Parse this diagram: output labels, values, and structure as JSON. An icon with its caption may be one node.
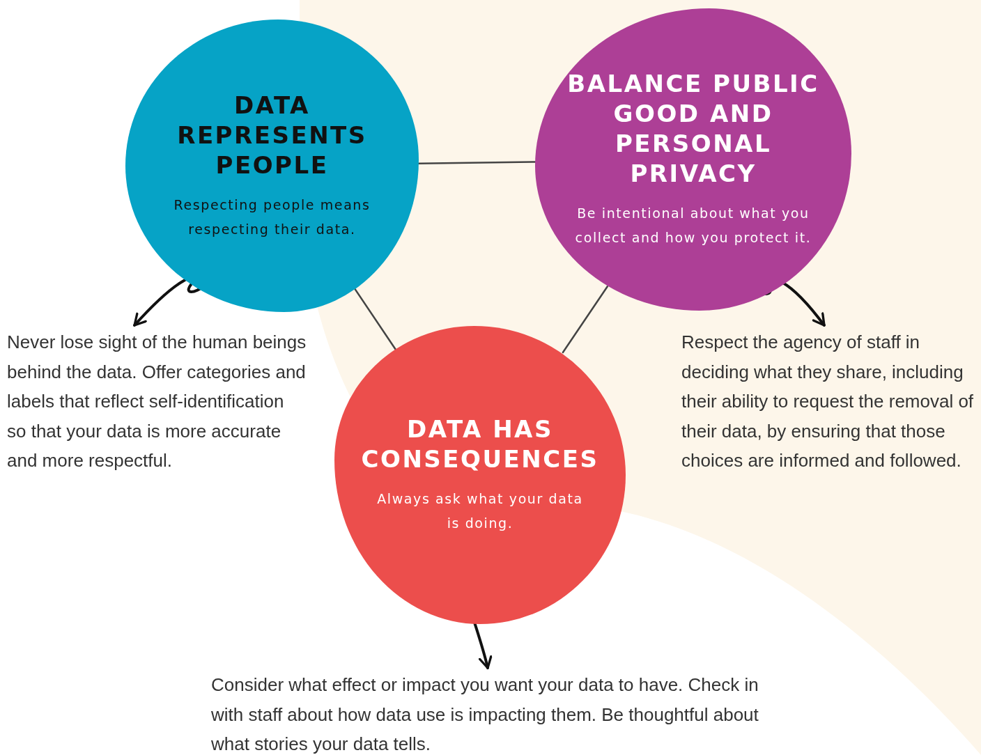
{
  "diagram": {
    "nodes": [
      {
        "text": [
          "DATA REPRESENTS PEOPLE",
          "Respecting people means respecting their data."
        ]
      },
      {
        "text": [
          "BALANCE PUBLIC GOOD AND PERSONAL PRIVACY",
          "Be intentional about what you collect and how you protect it."
        ]
      },
      {
        "text": [
          "DATA HAS CONSEQUENCES",
          "Always ask what your data is doing."
        ]
      },
      {
        "text": [
          "Never lose sight of the human beings behind the data. Offer categories and labels that reflect self-identification so that your data is more accurate and more respectful."
        ]
      },
      {
        "text": [
          "Respect the agency of staff in deciding what they share, including their ability to request the removal of their data, by ensuring that those choices are informed and followed."
        ]
      },
      {
        "text": [
          "Consider what effect or impact you want your data to have. Check in with staff about how data use is impacting them. Be thoughtful about what stories your data tells."
        ]
      }
    ],
    "edges": [
      {
        "from": 0,
        "to": 1,
        "arrow": "none"
      },
      {
        "from": 0,
        "to": 2,
        "arrow": "none"
      },
      {
        "from": 1,
        "to": 2,
        "arrow": "none"
      },
      {
        "from": 0,
        "to": 3,
        "arrow": "to"
      },
      {
        "from": 1,
        "to": 4,
        "arrow": "to"
      },
      {
        "from": 2,
        "to": 5,
        "arrow": "to"
      }
    ]
  }
}
